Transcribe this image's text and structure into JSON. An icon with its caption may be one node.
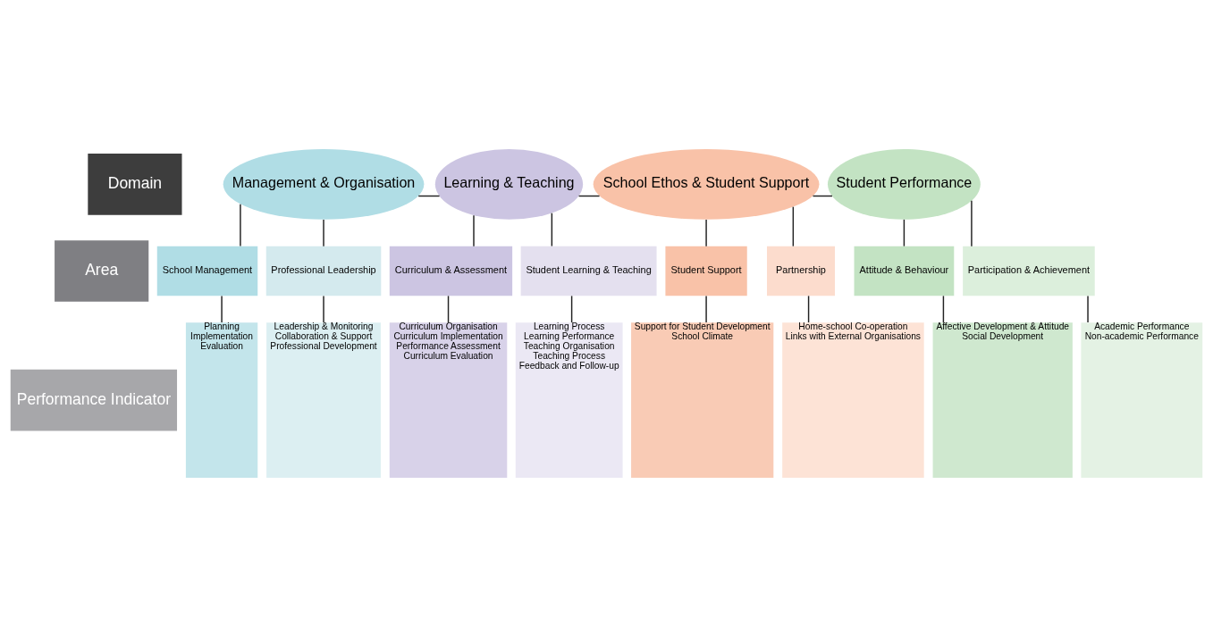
{
  "diagram": {
    "nodes": [
      {
        "text": [
          "Domain"
        ]
      },
      {
        "text": [
          "Management & Organisation"
        ]
      },
      {
        "text": [
          "Learning & Teaching"
        ]
      },
      {
        "text": [
          "School Ethos & Student Support"
        ]
      },
      {
        "text": [
          "Student Performance"
        ]
      },
      {
        "text": [
          "Area"
        ]
      },
      {
        "text": [
          "School Management"
        ]
      },
      {
        "text": [
          "Professional Leadership"
        ]
      },
      {
        "text": [
          "Curriculum & Assessment"
        ]
      },
      {
        "text": [
          "Student Learning & Teaching"
        ]
      },
      {
        "text": [
          "Student Support"
        ]
      },
      {
        "text": [
          "Partnership"
        ]
      },
      {
        "text": [
          "Attitude & Behaviour"
        ]
      },
      {
        "text": [
          "Participation & Achievement"
        ]
      },
      {
        "text": [
          "Performance Indicator"
        ]
      },
      {
        "text": [
          "Planning",
          "Implementation",
          "Evaluation"
        ]
      },
      {
        "text": [
          "Leadership & Monitoring",
          "Collaboration & Support",
          "Professional Development"
        ]
      },
      {
        "text": [
          "Curriculum Organisation",
          "Curriculum Implementation",
          "Performance Assessment",
          "Curriculum Evaluation"
        ]
      },
      {
        "text": [
          "Learning Process",
          "Learning Performance",
          "Teaching Organisation",
          "Teaching Process",
          "Feedback and Follow-up"
        ]
      },
      {
        "text": [
          "Support for Student Development",
          "School Climate"
        ]
      },
      {
        "text": [
          "Home-school Co-operation",
          "Links with External Organisations"
        ]
      },
      {
        "text": [
          "Affective Development & Attitude",
          "Social Development"
        ]
      },
      {
        "text": [
          "Academic Performance",
          "Non-academic Performance"
        ]
      }
    ],
    "edges": [
      {
        "from": 1,
        "to": 2,
        "arrow": "none"
      },
      {
        "from": 2,
        "to": 3,
        "arrow": "none"
      },
      {
        "from": 3,
        "to": 4,
        "arrow": "none"
      },
      {
        "from": 1,
        "to": 6,
        "arrow": "none"
      },
      {
        "from": 1,
        "to": 7,
        "arrow": "none"
      },
      {
        "from": 2,
        "to": 8,
        "arrow": "none"
      },
      {
        "from": 2,
        "to": 9,
        "arrow": "none"
      },
      {
        "from": 3,
        "to": 10,
        "arrow": "none"
      },
      {
        "from": 3,
        "to": 11,
        "arrow": "none"
      },
      {
        "from": 4,
        "to": 12,
        "arrow": "none"
      },
      {
        "from": 4,
        "to": 13,
        "arrow": "none"
      },
      {
        "from": 6,
        "to": 15,
        "arrow": "none"
      },
      {
        "from": 7,
        "to": 16,
        "arrow": "none"
      },
      {
        "from": 8,
        "to": 17,
        "arrow": "none"
      },
      {
        "from": 9,
        "to": 18,
        "arrow": "none"
      },
      {
        "from": 10,
        "to": 19,
        "arrow": "none"
      },
      {
        "from": 11,
        "to": 20,
        "arrow": "none"
      },
      {
        "from": 12,
        "to": 21,
        "arrow": "none"
      },
      {
        "from": 13,
        "to": 22,
        "arrow": "none"
      }
    ]
  }
}
